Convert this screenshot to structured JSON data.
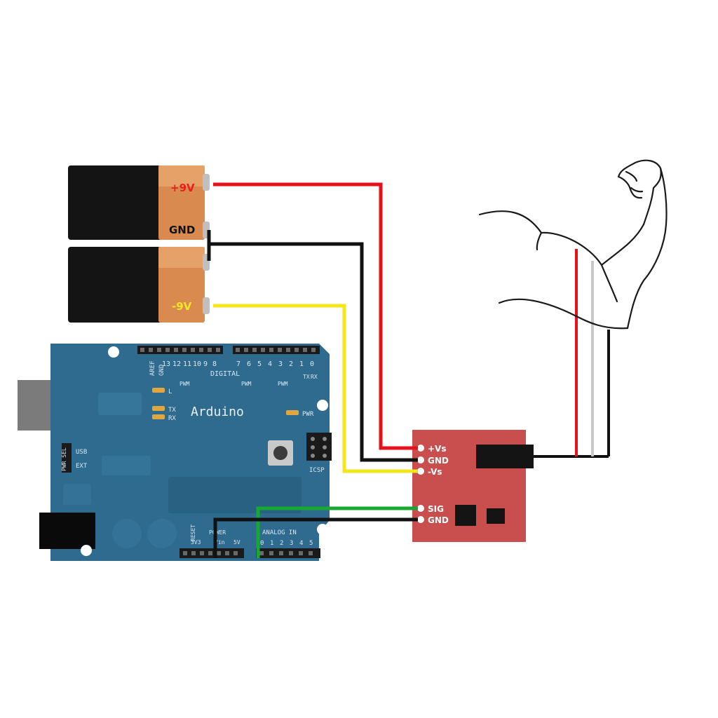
{
  "batteries": {
    "top": {
      "terminal_label": "+9V",
      "terminal_color": "#e8201a",
      "bottom_label": "GND"
    },
    "bottom": {
      "terminal_label": "-9V",
      "terminal_color": "#f2e52a"
    }
  },
  "arduino": {
    "name": "Arduino",
    "board_color": "#2f6b8f",
    "header_labels": {
      "aref": "AREF",
      "gnd": "GND",
      "digital": "DIGITAL",
      "digital_pins": [
        "13",
        "12",
        "11",
        "10",
        "9",
        "8",
        "7",
        "6",
        "5",
        "4",
        "3",
        "2",
        "1",
        "0"
      ],
      "tx": "TX",
      "rx": "RX",
      "pwm": "PWM",
      "led_l": "L",
      "led_tx": "TX",
      "led_rx": "RX",
      "pwr": "PWR",
      "icsp": "ICSP",
      "pwr_sel": "PWR SEL",
      "usb": "USB",
      "ext": "EXT",
      "reset": "RESET",
      "power": "POWER",
      "v33": "3V3",
      "v5": "5V",
      "vin": "Vin",
      "analog_in": "ANALOG IN",
      "analog_pins": [
        "0",
        "1",
        "2",
        "3",
        "4",
        "5"
      ]
    }
  },
  "sensor": {
    "board_color": "#c94f4f",
    "pins_power": [
      "+Vs",
      "GND",
      "-Vs"
    ],
    "pins_signal": [
      "SIG",
      "GND"
    ]
  },
  "wire_colors": {
    "red": "#e8101a",
    "black": "#111111",
    "yellow": "#f5e61c",
    "green": "#17a832",
    "gray": "#c8c8c8"
  }
}
